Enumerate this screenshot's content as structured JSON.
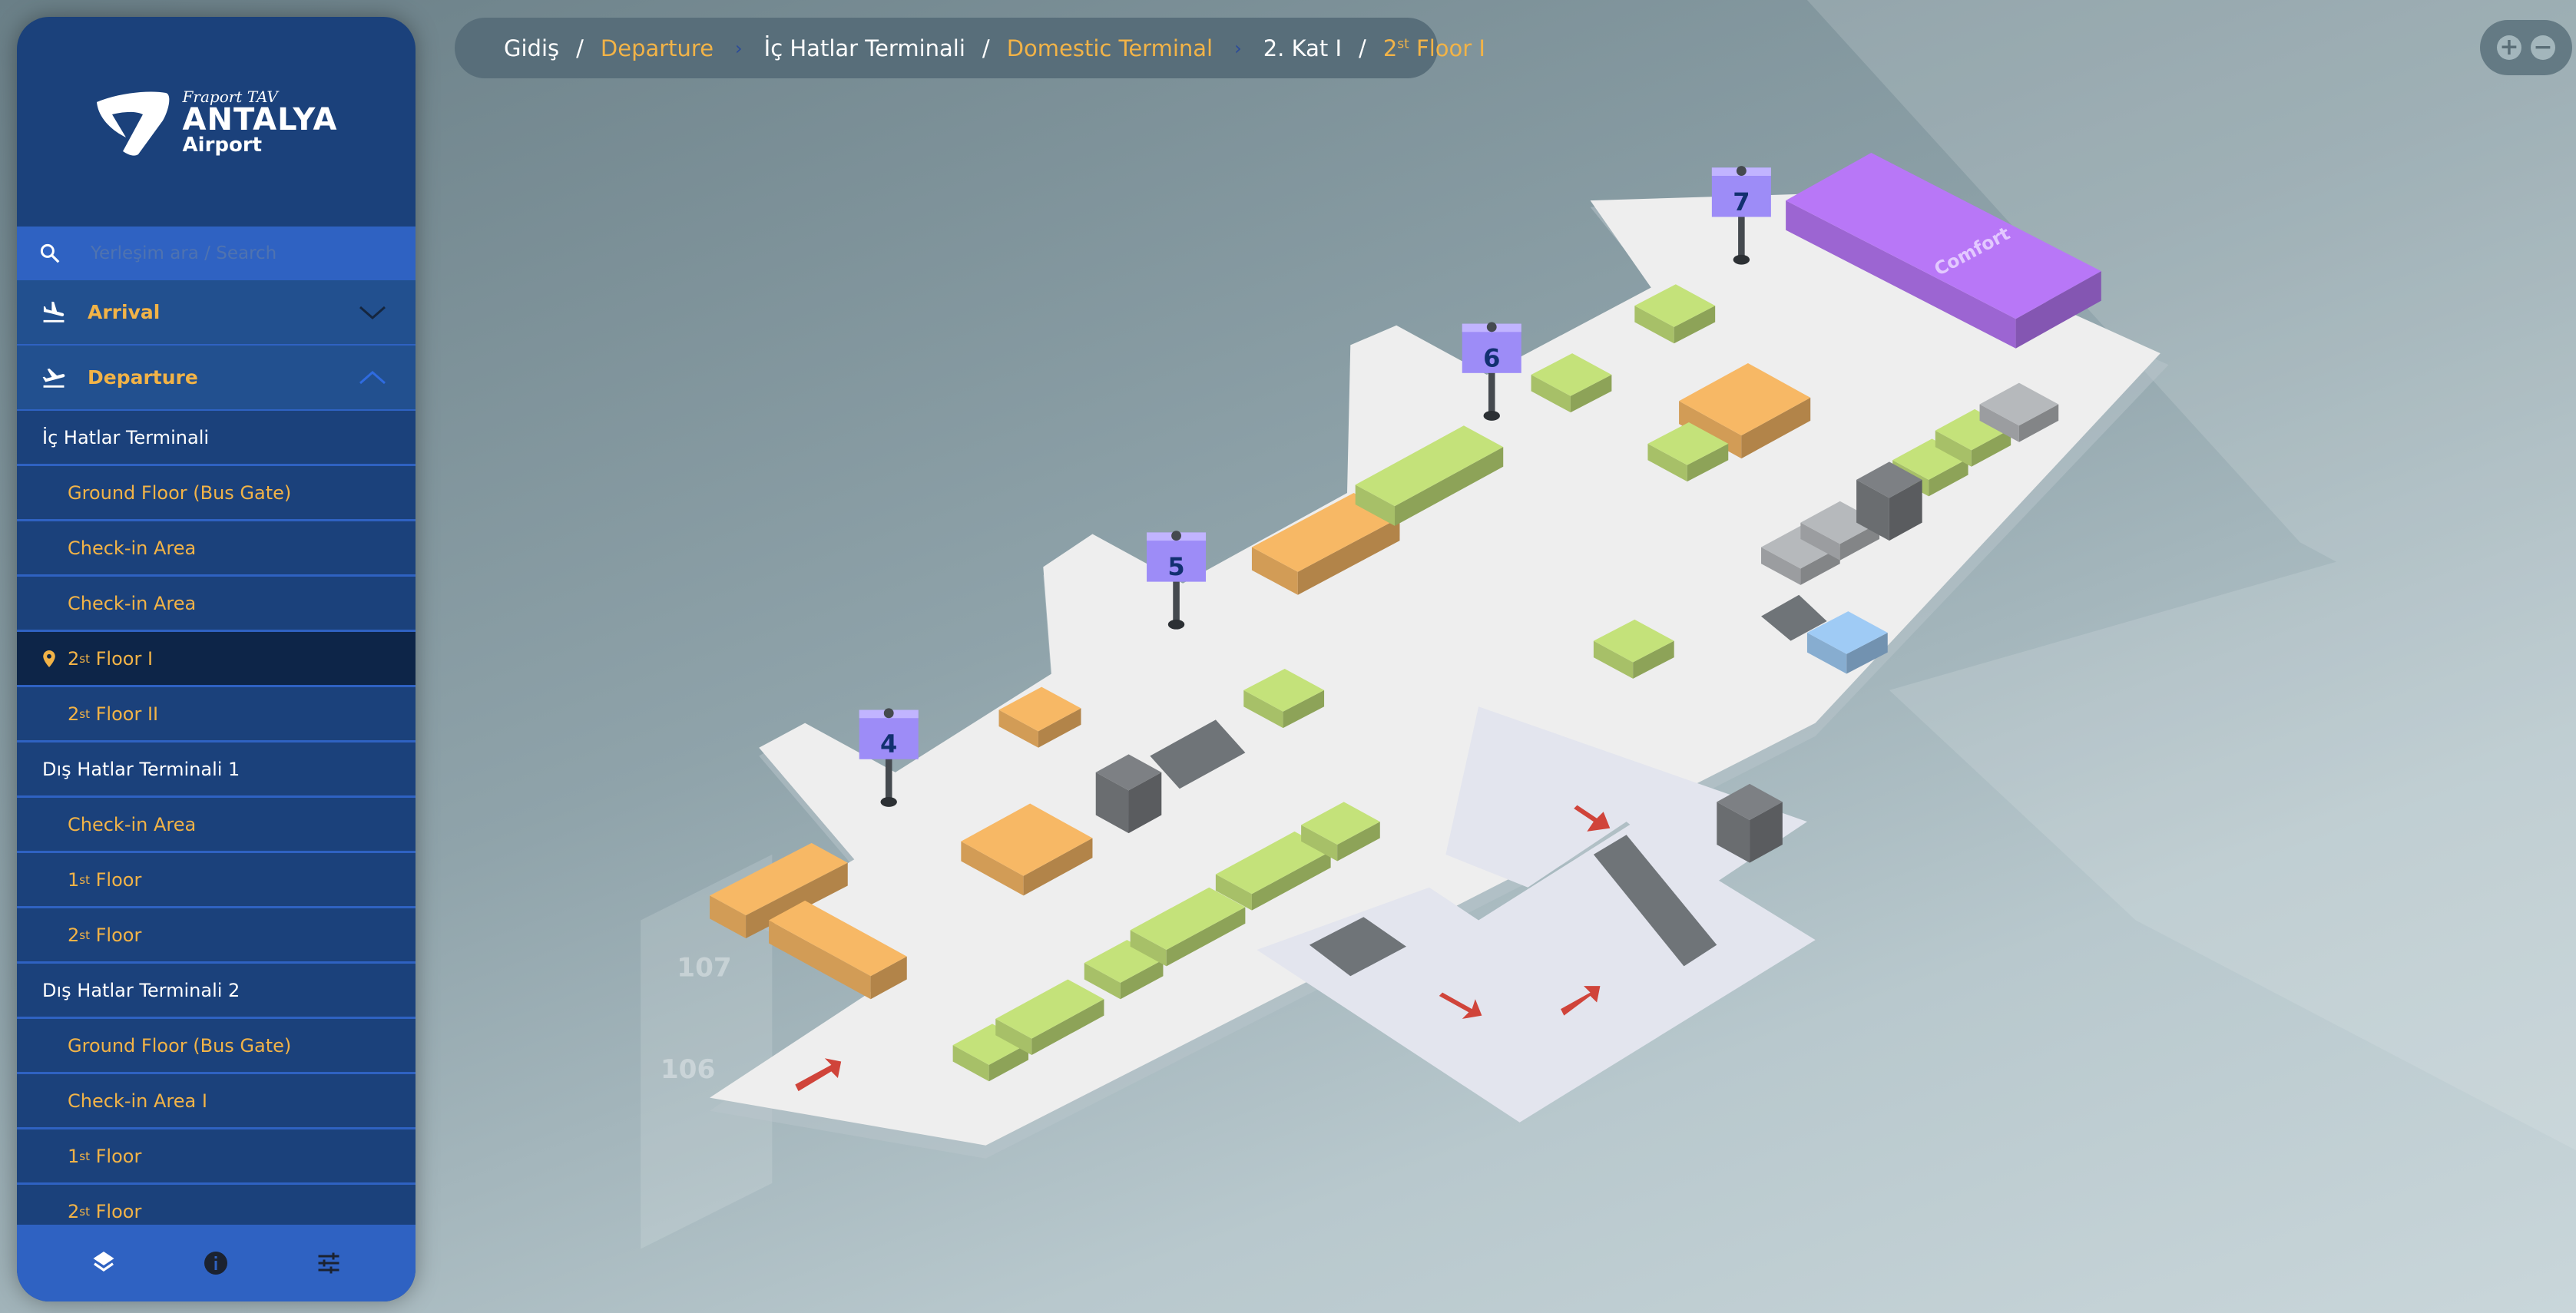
{
  "logo": {
    "fraport": "Fraport TAV",
    "name": "ANTALYA",
    "sub": "Airport"
  },
  "search": {
    "placeholder": "Yerleşim ara / Search"
  },
  "menu": {
    "arrival": "Arrival",
    "departure": "Departure",
    "items": [
      {
        "type": "head",
        "num": "",
        "sup": "",
        "text": "İç Hatlar Terminali"
      },
      {
        "type": "sub",
        "num": "",
        "sup": "",
        "text": "Ground Floor (Bus Gate)"
      },
      {
        "type": "sub",
        "num": "",
        "sup": "",
        "text": "Check-in Area"
      },
      {
        "type": "sub",
        "num": "",
        "sup": "",
        "text": "Check-in Area"
      },
      {
        "type": "sub",
        "num": "2",
        "sup": "st",
        "text": " Floor I",
        "selected": true
      },
      {
        "type": "sub",
        "num": "2",
        "sup": "st",
        "text": " Floor II"
      },
      {
        "type": "head",
        "num": "",
        "sup": "",
        "text": "Dış Hatlar Terminali 1"
      },
      {
        "type": "sub",
        "num": "",
        "sup": "",
        "text": "Check-in Area"
      },
      {
        "type": "sub",
        "num": "1",
        "sup": "st",
        "text": " Floor"
      },
      {
        "type": "sub",
        "num": "2",
        "sup": "st",
        "text": " Floor"
      },
      {
        "type": "head",
        "num": "",
        "sup": "",
        "text": "Dış Hatlar Terminali 2"
      },
      {
        "type": "sub",
        "num": "",
        "sup": "",
        "text": "Ground Floor (Bus Gate)"
      },
      {
        "type": "sub",
        "num": "",
        "sup": "",
        "text": "Check-in Area I"
      },
      {
        "type": "sub",
        "num": "1",
        "sup": "st",
        "text": " Floor"
      },
      {
        "type": "sub",
        "num": "2",
        "sup": "st",
        "text": " Floor"
      }
    ]
  },
  "bottom_icons": [
    "layers-icon",
    "info-icon",
    "sliders-icon"
  ],
  "breadcrumb": {
    "level1_tr": "Gidiş",
    "level1_en": "Departure",
    "level2_tr": "İç Hatlar Terminali",
    "level2_en": "Domestic Terminal",
    "level3_tr": "2. Kat I",
    "level3_num": "2",
    "level3_sup": "st",
    "level3_en": " Floor I",
    "slash": "/",
    "chevron": "›"
  },
  "zoom": {
    "in": "+",
    "out": "−"
  },
  "map": {
    "gates": [
      "4",
      "5",
      "6",
      "7"
    ],
    "lounge_label": "Comfort",
    "background_labels": [
      "107",
      "106"
    ]
  },
  "colors": {
    "accent": "#f2b347",
    "sidebar": "#1b417b",
    "highlight": "#2f62c2",
    "selected": "#0d2548",
    "lounge": "#b877f7",
    "shop": "#c4e27a",
    "food": "#f7b865",
    "gate": "#9d8cf7"
  }
}
